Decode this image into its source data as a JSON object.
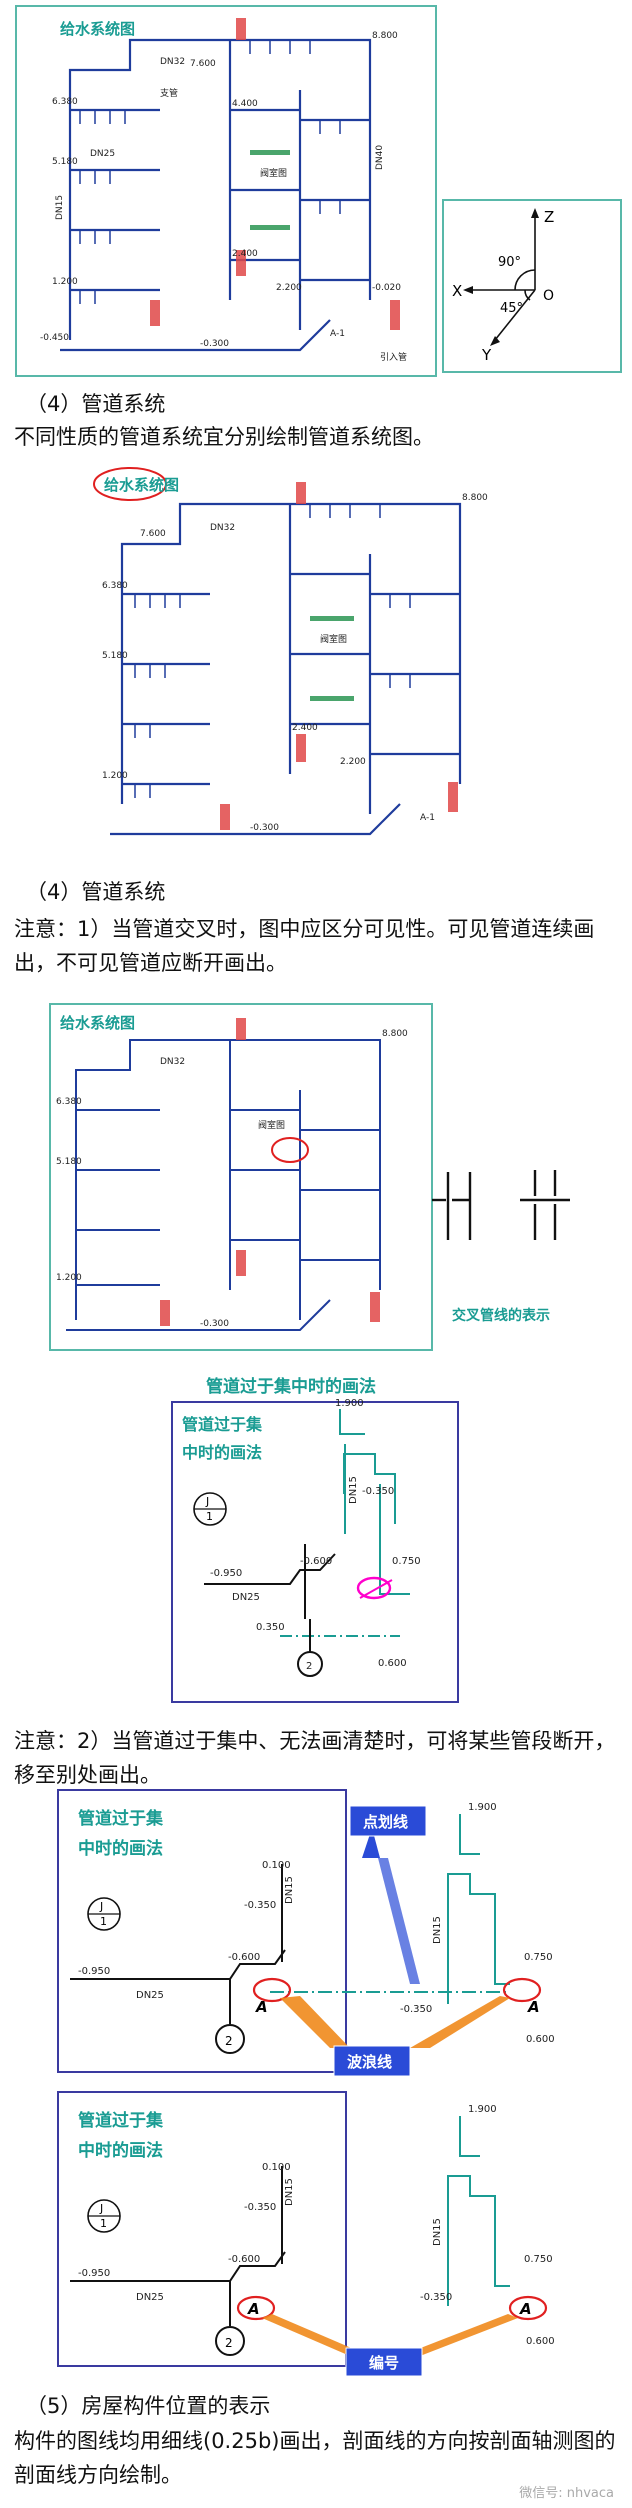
{
  "section1": {
    "figure_title": "给水系统图",
    "axes": {
      "z": "Z",
      "x": "X",
      "y": "Y",
      "o": "O",
      "angle_top": "90°",
      "angle_bottom": "45°"
    },
    "labels": {
      "dn_a": "DN32",
      "dn_b": "DN15",
      "dn_c": "DN40",
      "dn_d": "DN25",
      "el_1": "8.800",
      "el_2": "7.600",
      "el_3": "6.380",
      "el_4": "5.180",
      "el_5": "4.400",
      "el_6": "2.400",
      "el_7": "2.200",
      "el_8": "1.200",
      "el_9": "-0.300",
      "el_10": "-0.020",
      "el_11": "-0.450",
      "el_12": "-0.300",
      "support": "支管",
      "valve_room": "阀室图",
      "inlet": "引入管",
      "section_mark": "A-1"
    },
    "heading": "（4）管道系统",
    "text": "不同性质的管道系统宜分别绘制管道系统图。"
  },
  "section2": {
    "figure_title": "给水系统图",
    "heading": "（4）管道系统",
    "text": "注意：1）当管道交叉时，图中应区分可见性。可见管道连续画出，不可见管道应断开画出。"
  },
  "section3": {
    "figure_title": "给水系统图",
    "cross_caption": "交叉管线的表示"
  },
  "section4": {
    "outer_title": "管道过于集中时的画法",
    "inner_title_line1": "管道过于集",
    "inner_title_line2": "中时的画法",
    "circle_num": "J",
    "circle_den": "1",
    "circle_two": "2",
    "el_900": "1.900",
    "el_350": "-0.350",
    "el_750": "0.750",
    "el_950": "-0.950",
    "el_600": "-0.600",
    "el_350b": "0.350",
    "el_600b": "0.600",
    "dn15": "DN15",
    "dn25": "DN25",
    "text": "注意：2）当管道过于集中、无法画清楚时，可将某些管段断开，移至别处画出。"
  },
  "section5": {
    "inner_title_line1": "管道过于集",
    "inner_title_line2": "中时的画法",
    "circle_num": "J",
    "circle_den": "1",
    "circle_two": "2",
    "el_100": "0.100",
    "el_350": "-0.350",
    "el_600": "-0.600",
    "el_950": "-0.950",
    "el_750": "0.750",
    "el_350b": "-0.350",
    "el_600b": "0.600",
    "el_900": "1.900",
    "dn15": "DN15",
    "dn25": "DN25",
    "a_mark": "A",
    "callout_dash": "点划线",
    "callout_wave": "波浪线"
  },
  "section6": {
    "inner_title_line1": "管道过于集",
    "inner_title_line2": "中时的画法",
    "circle_num": "J",
    "circle_den": "1",
    "circle_two": "2",
    "el_100": "0.100",
    "el_350": "-0.350",
    "el_600": "-0.600",
    "el_950": "-0.950",
    "el_750": "0.750",
    "el_350b": "-0.350",
    "el_600b": "0.600",
    "el_900": "1.900",
    "dn15": "DN15",
    "dn25": "DN25",
    "a_mark": "A",
    "callout_num": "编号"
  },
  "section7": {
    "heading": "（5）房屋构件位置的表示",
    "text": "构件的图线均用细线(0.25b)画出，剖面线的方向按剖面轴测图的剖面线方向绘制。",
    "watermark": "微信号: nhvaca"
  },
  "colors": {
    "teal": "#1a9c93",
    "frame": "#58b8a9",
    "magenta": "#ff00cc",
    "red": "#e02020",
    "blue": "#2a4bd7",
    "orange": "#f08a1c",
    "green": "#3a9a5a"
  }
}
